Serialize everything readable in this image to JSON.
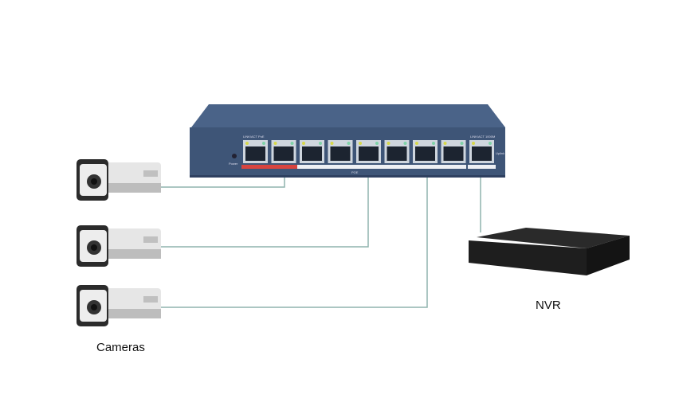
{
  "labels": {
    "cameras": "Cameras",
    "nvr": "NVR"
  },
  "switch": {
    "link_act_poe": "LINK/ACT  PoE",
    "link_act_1000m": "LINK/ACT  1000M",
    "power": "Power",
    "uplink": "Uplink",
    "poe": "POE",
    "port_count": 9
  },
  "colors": {
    "switch_body": "#3e5577",
    "switch_top": "#4a6388",
    "cable": "#8fb3ad",
    "nvr": "#1e1e1e",
    "poe_bar": "#d8443f"
  }
}
